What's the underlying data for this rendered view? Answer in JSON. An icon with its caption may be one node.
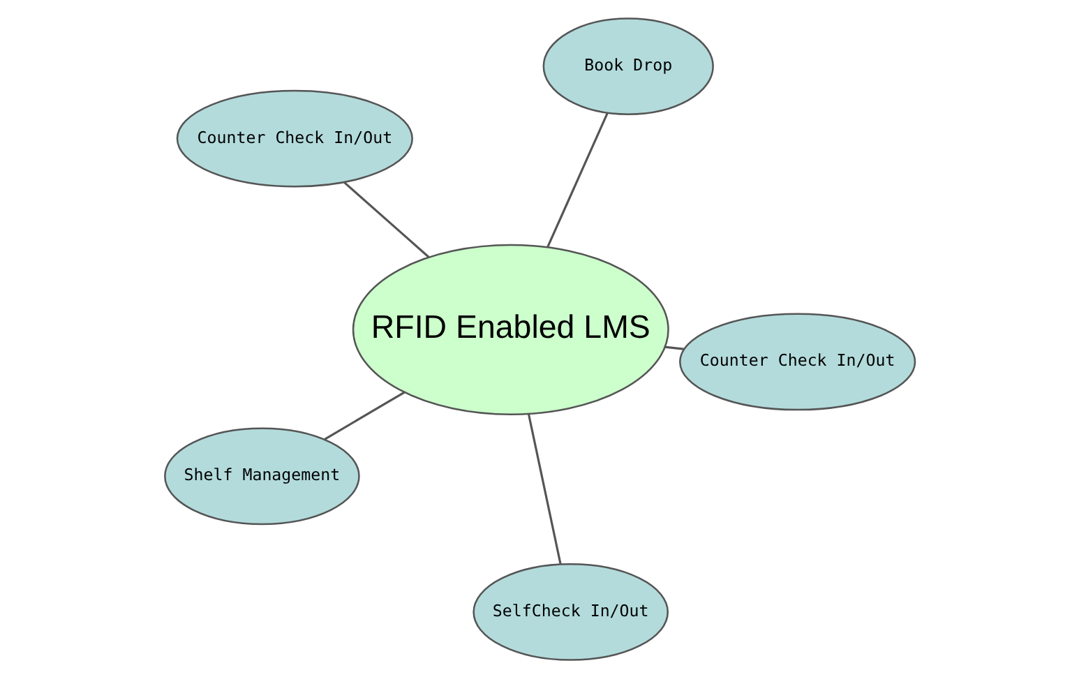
{
  "diagram": {
    "nodes": [
      {
        "text": [
          "Counter Check In/Out"
        ]
      },
      {
        "text": [
          "Counter Check In/Out"
        ]
      },
      {
        "text": [
          "SelfCheck In/Out"
        ]
      },
      {
        "text": [
          "RFID Enabled LMS"
        ]
      },
      {
        "text": [
          "Book Drop"
        ]
      },
      {
        "text": [
          "Shelf Management"
        ]
      }
    ],
    "edges": [
      {
        "from": 0,
        "to": 3,
        "arrow": "none"
      },
      {
        "from": 1,
        "to": 3,
        "arrow": "none"
      },
      {
        "from": 2,
        "to": 3,
        "arrow": "none"
      },
      {
        "from": 5,
        "to": 3,
        "arrow": "none"
      },
      {
        "from": 4,
        "to": 3,
        "arrow": "none"
      }
    ]
  }
}
